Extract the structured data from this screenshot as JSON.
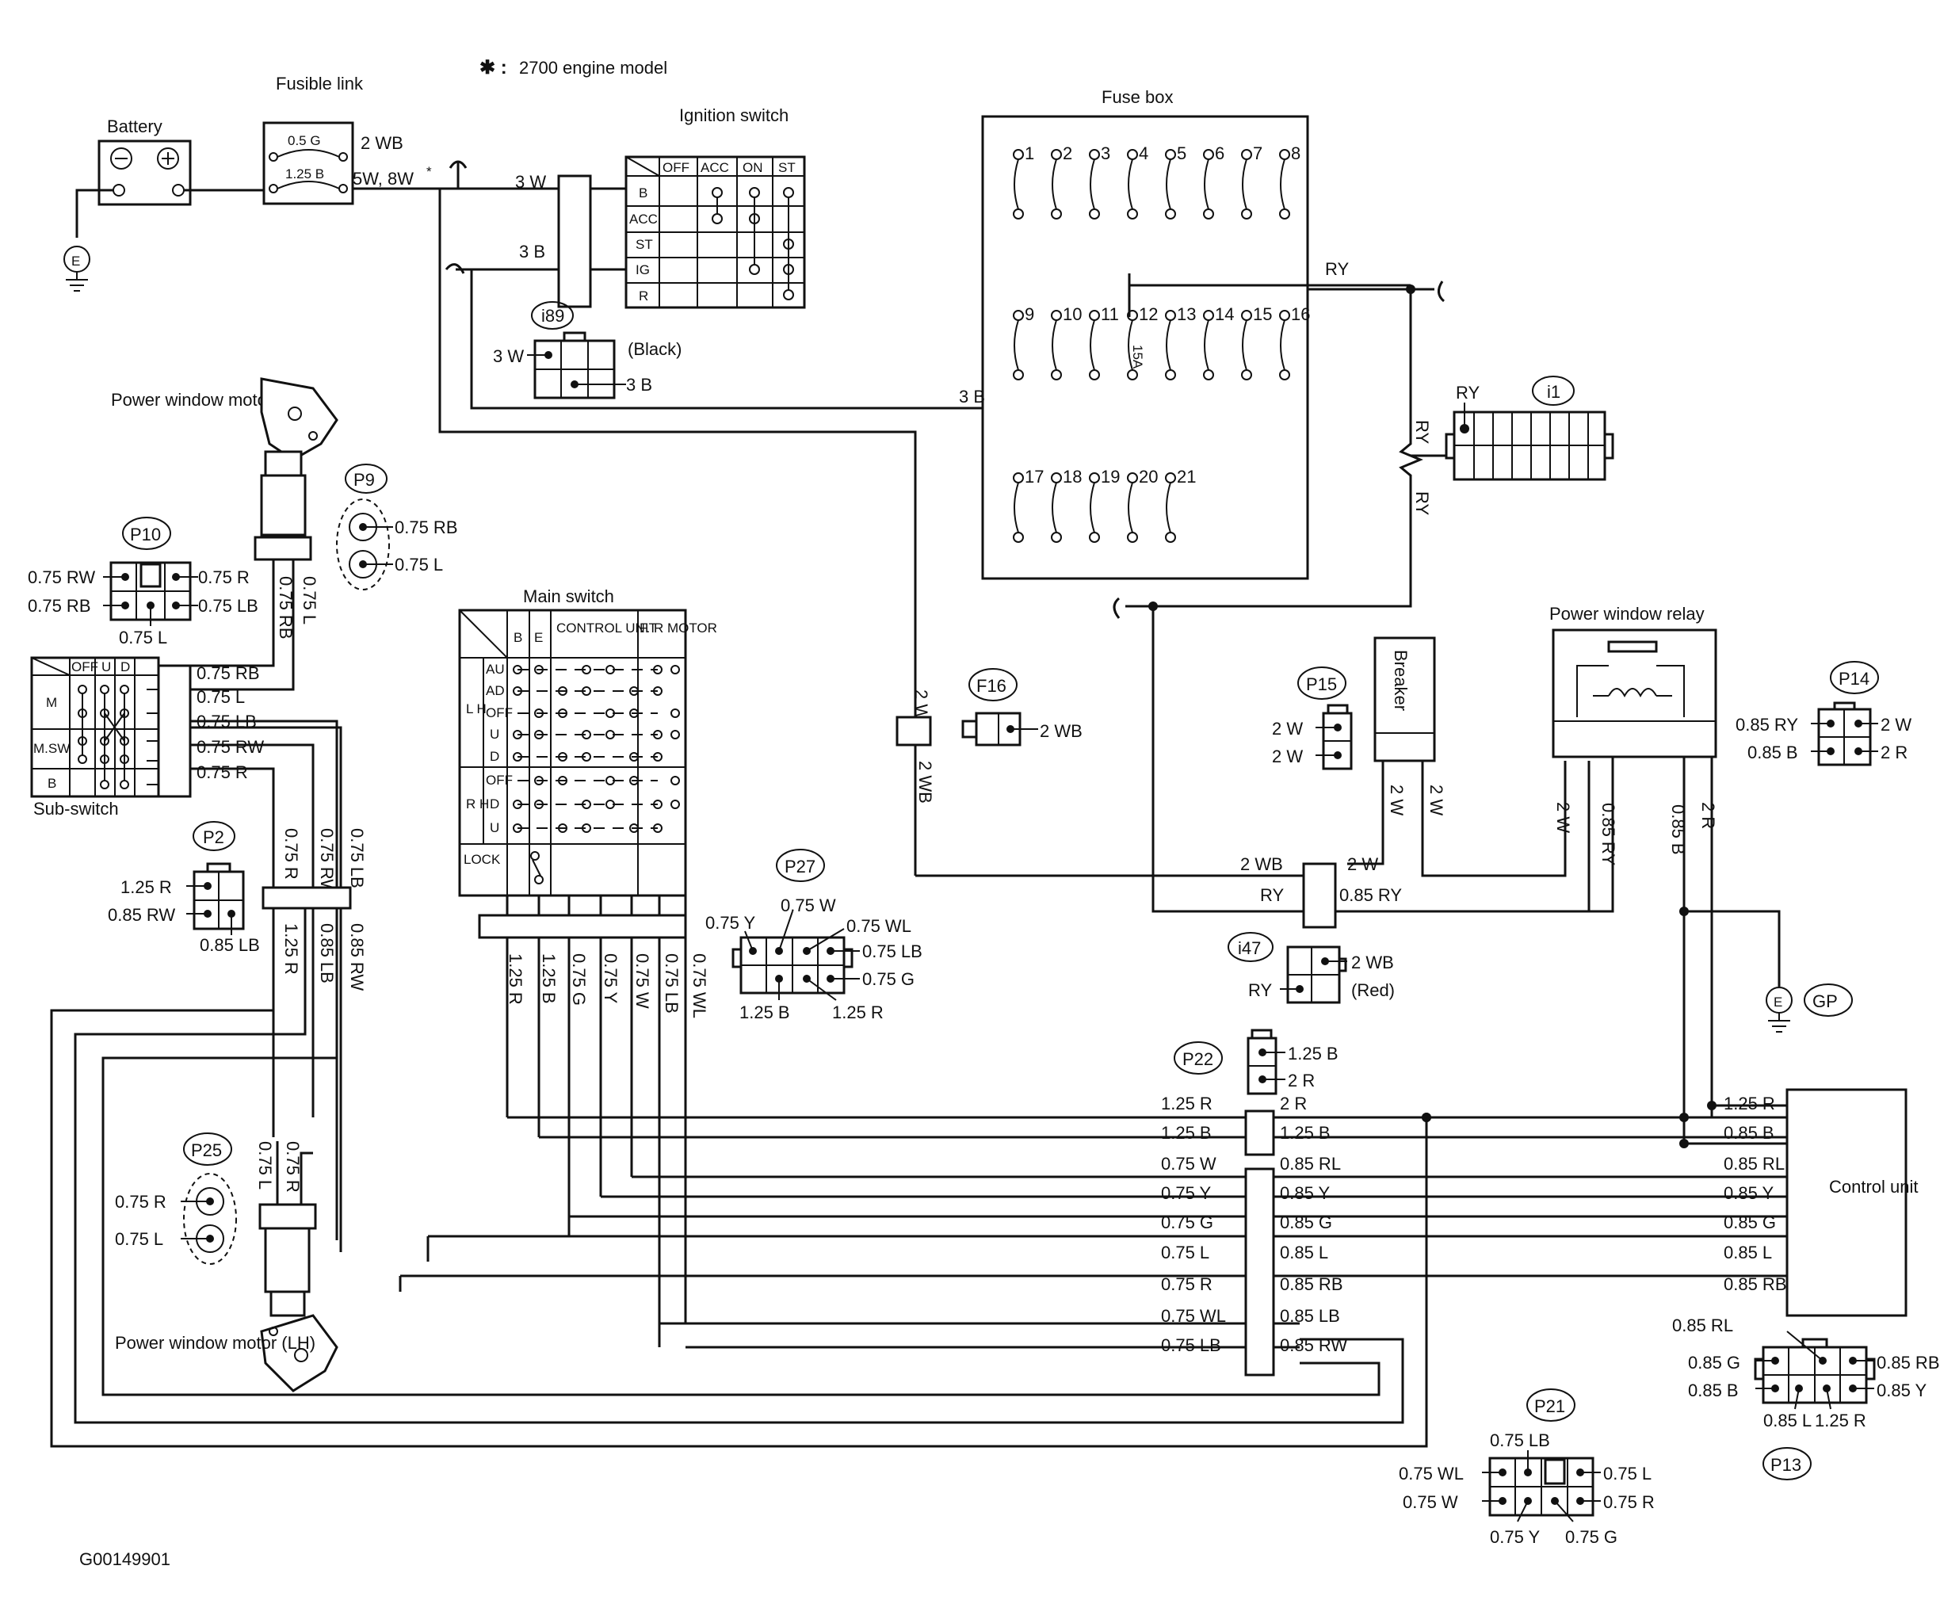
{
  "note": "2700 engine model",
  "note_mark": "✱ :",
  "figure_id": "G00149901",
  "components": {
    "battery": "Battery",
    "fusible_link": "Fusible link",
    "fusible_link_ratings": [
      "0.5 G",
      "1.25 B"
    ],
    "ignition_switch": "Ignition switch",
    "ignition_positions": [
      "OFF",
      "ACC",
      "ON",
      "ST"
    ],
    "ignition_terminals": [
      "B",
      "ACC",
      "ST",
      "IG",
      "R"
    ],
    "fuse_box": "Fuse box",
    "fuse_numbers": [
      "1",
      "2",
      "3",
      "4",
      "5",
      "6",
      "7",
      "8",
      "9",
      "10",
      "11",
      "12",
      "13",
      "14",
      "15",
      "16",
      "17",
      "18",
      "19",
      "20",
      "21"
    ],
    "fuse_rating": "15A",
    "power_window_motor_rh": "Power window motor (RH)",
    "power_window_motor_lh": "Power window motor (LH)",
    "main_switch": "Main switch",
    "main_switch_headers": [
      "B",
      "E",
      "CONTROL UNIT",
      "F. R MOTOR"
    ],
    "main_switch_groups": [
      "L H",
      "R H"
    ],
    "main_switch_rows": [
      "AU",
      "AD",
      "OFF",
      "U",
      "D",
      "OFF",
      "D",
      "U",
      "LOCK"
    ],
    "sub_switch": "Sub-switch",
    "sub_switch_rows": [
      "M",
      "M.SW",
      "B"
    ],
    "sub_switch_cols": [
      "OFF",
      "U",
      "D"
    ],
    "breaker": "Breaker",
    "power_window_relay": "Power window relay",
    "control_unit": "Control unit",
    "ground_symbol": "E"
  },
  "connectors": {
    "i89": "i89",
    "i89_color": "(Black)",
    "i89_pins": [
      "3 W",
      "3 B"
    ],
    "i1": "i1",
    "i1_pin": "RY",
    "P9": "P9",
    "P9_pins": [
      "0.75 RB",
      "0.75 L"
    ],
    "P10": "P10",
    "P10_pins": [
      "0.75 RW",
      "0.75 RB",
      "0.75 R",
      "0.75 LB",
      "0.75 L"
    ],
    "P2": "P2",
    "P2_pins": [
      "1.25 R",
      "0.85 RW",
      "0.85 LB"
    ],
    "F16": "F16",
    "F16_pin": "2 WB",
    "P15": "P15",
    "P15_pins": [
      "2 W",
      "2 W"
    ],
    "P14": "P14",
    "P14_pins": [
      "0.85 RY",
      "0.85 B",
      "2 W",
      "2 R"
    ],
    "P27": "P27",
    "P27_pins": [
      "0.75 Y",
      "0.75 W",
      "0.75 WL",
      "0.75 LB",
      "0.75 G",
      "1.25 B",
      "1.25 R"
    ],
    "i47": "i47",
    "i47_color": "(Red)",
    "i47_pins": [
      "2 WB",
      "RY"
    ],
    "GP": "GP",
    "P22": "P22",
    "P22_pins": [
      "1.25 B",
      "2 R"
    ],
    "P25": "P25",
    "P25_pins": [
      "0.75 R",
      "0.75 L"
    ],
    "P13": "P13",
    "P13_pins": [
      "0.85 RL",
      "0.85 G",
      "0.85 B",
      "0.85 L",
      "0.85 RB",
      "0.85 Y",
      "1.25 R"
    ],
    "P21": "P21",
    "P21_pins": [
      "0.75 LB",
      "0.75 WL",
      "0.75 W",
      "0.75 Y",
      "0.75 L",
      "0.75 R",
      "0.75 G"
    ]
  },
  "wires": {
    "battery_feed": [
      "2 WB",
      "5W, 8W"
    ],
    "ign_feed": "3 W",
    "ign_out": "3 B",
    "fuse_out": "3 B",
    "ry": "RY",
    "wb": "2 WB",
    "breaker_in": "2 W",
    "relay_legs": [
      "2 W",
      "0.85 RY",
      "0.85 B",
      "2 R"
    ],
    "i47_left": [
      "2 WB",
      "RY"
    ],
    "i47_right": [
      "2 W",
      "0.85 RY"
    ],
    "rh_motor": [
      "0.75 RB",
      "0.75 L"
    ],
    "sub_switch_out": [
      "0.75 RB",
      "0.75 L",
      "0.75 LB",
      "0.75 RW",
      "0.75 R"
    ],
    "sub_vertical_top": [
      "0.75 R",
      "0.75 RW",
      "0.75 LB"
    ],
    "sub_vertical_bottom": [
      "1.25 R",
      "0.85 LB",
      "0.85 RW"
    ],
    "main_switch_down": [
      "1.25 R",
      "1.25 B",
      "0.75 G",
      "0.75 Y",
      "0.75 W",
      "0.75 LB",
      "0.75 WL"
    ],
    "lh_motor": [
      "0.75 L",
      "0.75 R"
    ],
    "bus_left": [
      "1.25 R",
      "1.25 B",
      "0.75 W",
      "0.75 Y",
      "0.75 G",
      "0.75 L",
      "0.75 R",
      "0.75 WL",
      "0.75 LB"
    ],
    "bus_mid": [
      "2 R",
      "1.25 B",
      "0.85 RL",
      "0.85 Y",
      "0.85 G",
      "0.85 L",
      "0.85 RB",
      "0.85 LB",
      "0.85 RW"
    ],
    "bus_right": [
      "1.25 R",
      "0.85 B",
      "0.85 RL",
      "0.85 Y",
      "0.85 G",
      "0.85 L",
      "0.85 RB"
    ]
  }
}
